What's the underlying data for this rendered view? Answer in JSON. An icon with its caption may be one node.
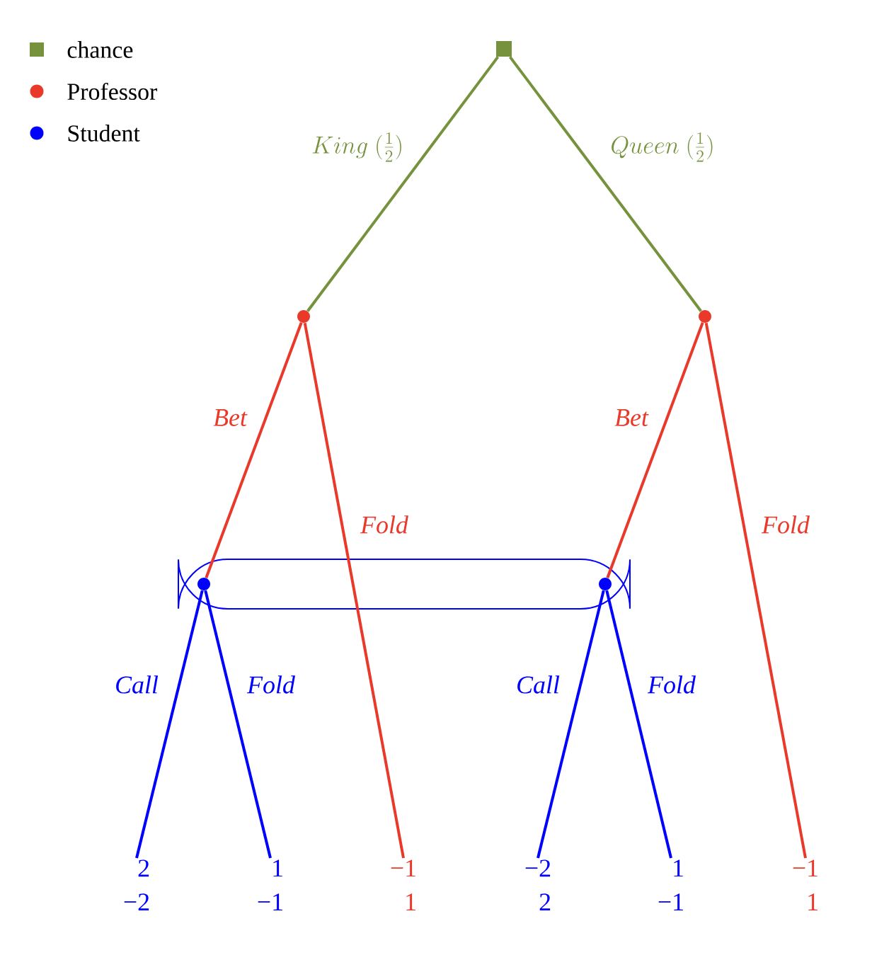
{
  "diagram": {
    "nodes": [
      {
        "text": [],
        "shape": "box"
      },
      {
        "text": [],
        "shape": "circle"
      },
      {
        "text": [],
        "shape": "circle"
      },
      {
        "text": [],
        "shape": "circle"
      },
      {
        "text": [],
        "shape": "circle"
      },
      {
        "text": [
          "2",
          "−2"
        ]
      },
      {
        "text": [
          "1",
          "−1"
        ]
      },
      {
        "text": [
          "−1",
          "1"
        ]
      },
      {
        "text": [
          "−2",
          "2"
        ]
      },
      {
        "text": [
          "1",
          "−1"
        ]
      },
      {
        "text": [
          "−1",
          "1"
        ]
      }
    ],
    "edges": [
      {
        "from": 0,
        "to": 1,
        "arrow": "none",
        "label": "King\\ (\\frac{1}{2})",
        "color": "#76923c"
      },
      {
        "from": 0,
        "to": 2,
        "arrow": "none",
        "label": "Queen\\ (\\frac{1}{2})",
        "color": "#76923c"
      },
      {
        "from": 1,
        "to": 3,
        "arrow": "none",
        "label": "Bet",
        "color": "#e8392a"
      },
      {
        "from": 1,
        "to": 7,
        "arrow": "none",
        "label": "Fold",
        "color": "#e8392a"
      },
      {
        "from": 2,
        "to": 4,
        "arrow": "none",
        "label": "Bet",
        "color": "#e8392a"
      },
      {
        "from": 2,
        "to": 10,
        "arrow": "none",
        "label": "Fold",
        "color": "#e8392a"
      },
      {
        "from": 3,
        "to": 5,
        "arrow": "none",
        "label": "Call",
        "color": "#0000ff"
      },
      {
        "from": 3,
        "to": 6,
        "arrow": "none",
        "label": "Fold",
        "color": "#0000ff"
      },
      {
        "from": 4,
        "to": 8,
        "arrow": "none",
        "label": "Call",
        "color": "#0000ff"
      },
      {
        "from": 4,
        "to": 9,
        "arrow": "none",
        "label": "Fold",
        "color": "#0000ff"
      }
    ],
    "legend": [
      {
        "text": "chance",
        "color": "#76923c"
      },
      {
        "text": "Professor",
        "color": "#e8392a"
      },
      {
        "text": "Student",
        "color": "#0000ff"
      }
    ]
  }
}
